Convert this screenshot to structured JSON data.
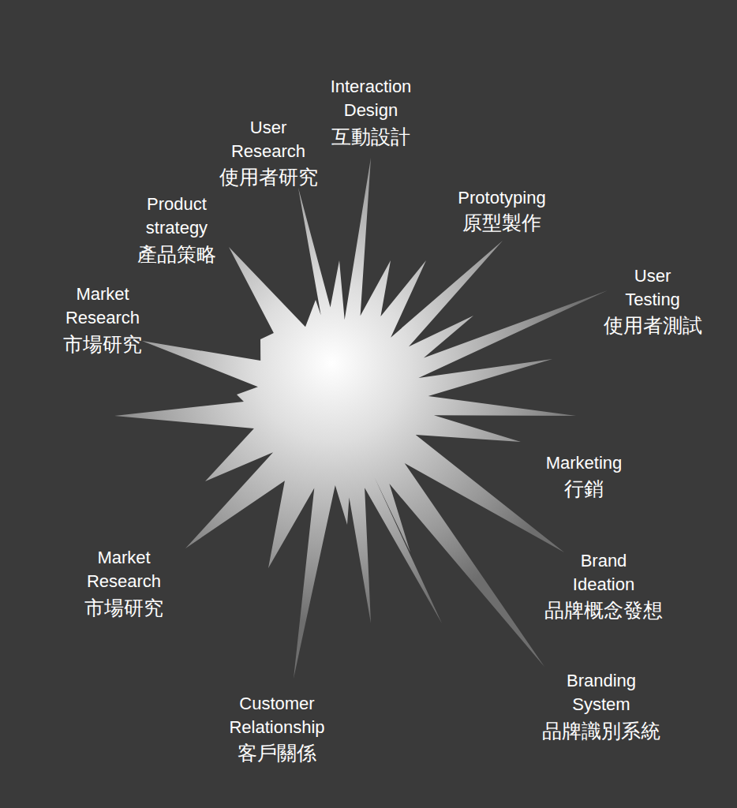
{
  "diagram": {
    "labels": [
      "Interaction Design",
      "互動設計",
      "User Research",
      "使用者研究",
      "Prototyping",
      "原型製作",
      "Product strategy",
      "產品策略",
      "Market Research",
      "市場研究",
      "User Testing",
      "使用者測試",
      "Marketing",
      "行銷",
      "Brand Ideation",
      "品牌概念發想",
      "Market Research",
      "市場研究",
      "Branding System",
      "品牌識別系統",
      "Customer Relationship",
      "客戶關係"
    ]
  }
}
